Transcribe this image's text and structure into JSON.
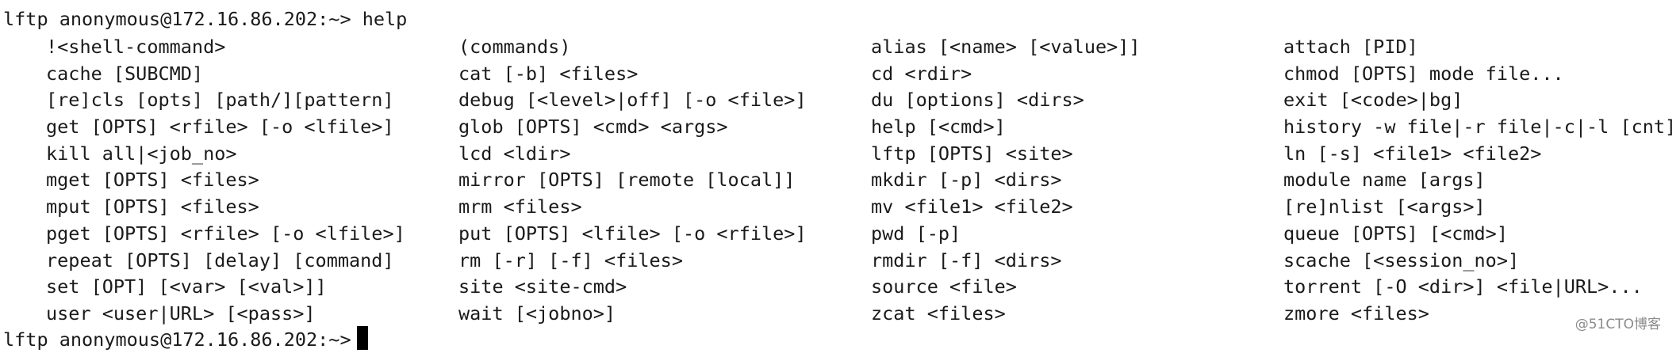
{
  "terminal": {
    "previous_line": "",
    "prompt_line": "lftp anonymous@172.16.86.202:~> help",
    "next_prompt": "lftp anonymous@172.16.86.202:~>",
    "commands": [
      "!<shell-command>",
      "(commands)",
      "alias [<name> [<value>]]",
      "attach [PID]",
      "cache [SUBCMD]",
      "cat [-b] <files>",
      "cd <rdir>",
      "chmod [OPTS] mode file...",
      "[re]cls [opts] [path/][pattern]",
      "debug [<level>|off] [-o <file>]",
      "du [options] <dirs>",
      "exit [<code>|bg]",
      "get [OPTS] <rfile> [-o <lfile>]",
      "glob [OPTS] <cmd> <args>",
      "help [<cmd>]",
      "history -w file|-r file|-c|-l [cnt]",
      "kill all|<job_no>",
      "lcd <ldir>",
      "lftp [OPTS] <site>",
      "ln [-s] <file1> <file2>",
      "mget [OPTS] <files>",
      "mirror [OPTS] [remote [local]]",
      "mkdir [-p] <dirs>",
      "module name [args]",
      "mput [OPTS] <files>",
      "mrm <files>",
      "mv <file1> <file2>",
      "[re]nlist [<args>]",
      "pget [OPTS] <rfile> [-o <lfile>]",
      "put [OPTS] <lfile> [-o <rfile>]",
      "pwd [-p]",
      "queue [OPTS] [<cmd>]",
      "repeat [OPTS] [delay] [command]",
      "rm [-r] [-f] <files>",
      "rmdir [-f] <dirs>",
      "scache [<session_no>]",
      "set [OPT] [<var> [<val>]]",
      "site <site-cmd>",
      "source <file>",
      "torrent [-O <dir>] <file|URL>...",
      "user <user|URL> [<pass>]",
      "wait [<jobno>]",
      "zcat <files>",
      "zmore <files>"
    ]
  },
  "watermark": "@51CTO博客"
}
